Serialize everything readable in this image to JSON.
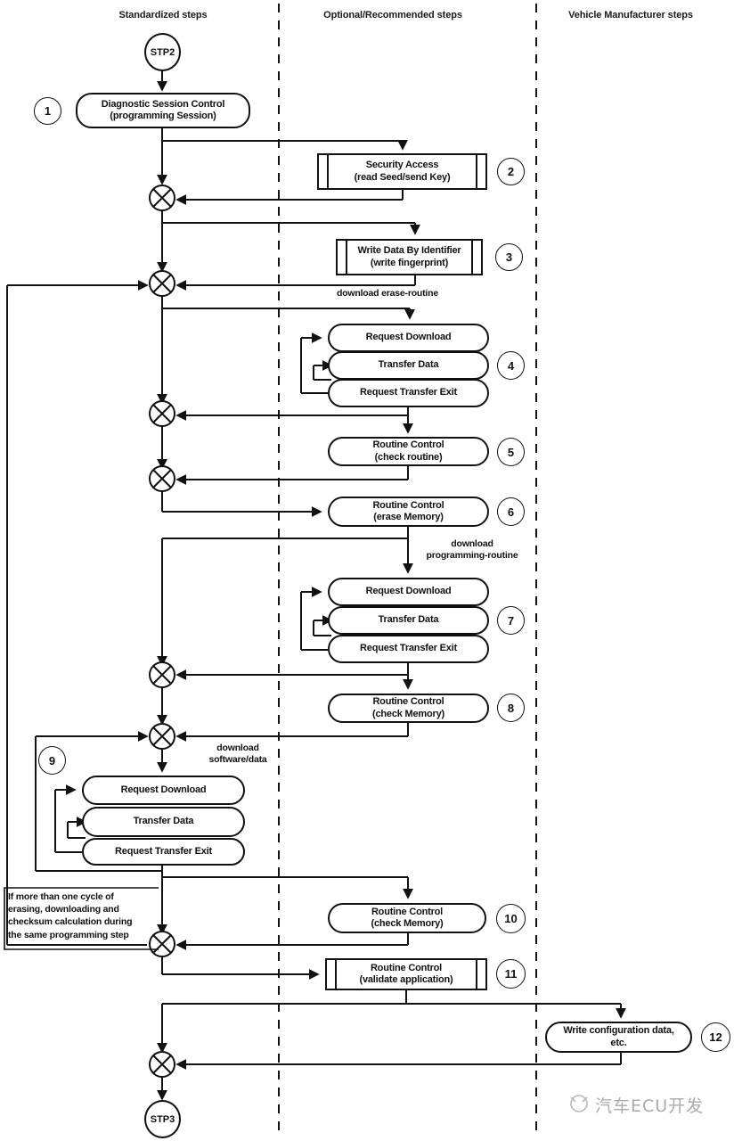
{
  "diagram": {
    "title_lanes": [
      {
        "label": "Standardized steps"
      },
      {
        "label": "Optional/Recommended steps"
      },
      {
        "label": "Vehicle Manufacturer steps"
      }
    ],
    "terminals": {
      "start": "STP2",
      "end": "STP3"
    },
    "nodes": [
      {
        "id": "n1",
        "step": "1",
        "label": "Diagnostic Session Control\n(programming Session)",
        "shape": "round",
        "lane": "standardized"
      },
      {
        "id": "n2",
        "step": "2",
        "label": "Security Access\n(read Seed/send Key)",
        "shape": "subroutine",
        "lane": "optional"
      },
      {
        "id": "n3",
        "step": "3",
        "label": "Write Data By Identifier\n(write fingerprint)",
        "shape": "subroutine",
        "lane": "optional"
      },
      {
        "id": "n4a",
        "step": "4",
        "label": "Request Download",
        "shape": "round",
        "lane": "optional"
      },
      {
        "id": "n4b",
        "step": "4",
        "label": "Transfer Data",
        "shape": "round",
        "lane": "optional"
      },
      {
        "id": "n4c",
        "step": "4",
        "label": "Request Transfer Exit",
        "shape": "round",
        "lane": "optional"
      },
      {
        "id": "n5",
        "step": "5",
        "label": "Routine Control\n(check routine)",
        "shape": "round",
        "lane": "optional"
      },
      {
        "id": "n6",
        "step": "6",
        "label": "Routine Control\n(erase Memory)",
        "shape": "round",
        "lane": "optional"
      },
      {
        "id": "n7a",
        "step": "7",
        "label": "Request Download",
        "shape": "round",
        "lane": "optional"
      },
      {
        "id": "n7b",
        "step": "7",
        "label": "Transfer Data",
        "shape": "round",
        "lane": "optional"
      },
      {
        "id": "n7c",
        "step": "7",
        "label": "Request Transfer Exit",
        "shape": "round",
        "lane": "optional"
      },
      {
        "id": "n8",
        "step": "8",
        "label": "Routine Control\n(check Memory)",
        "shape": "round",
        "lane": "optional"
      },
      {
        "id": "n9a",
        "step": "9",
        "label": "Request Download",
        "shape": "round",
        "lane": "standardized"
      },
      {
        "id": "n9b",
        "step": "9",
        "label": "Transfer Data",
        "shape": "round",
        "lane": "standardized"
      },
      {
        "id": "n9c",
        "step": "9",
        "label": "Request Transfer Exit",
        "shape": "round",
        "lane": "standardized"
      },
      {
        "id": "n10",
        "step": "10",
        "label": "Routine Control\n(check Memory)",
        "shape": "round",
        "lane": "optional"
      },
      {
        "id": "n11",
        "step": "11",
        "label": "Routine Control\n(validate application)",
        "shape": "subroutine",
        "lane": "optional"
      },
      {
        "id": "n12",
        "step": "12",
        "label": "Write configuration data,\netc.",
        "shape": "round",
        "lane": "manufacturer"
      }
    ],
    "step_badges": [
      "1",
      "2",
      "3",
      "4",
      "5",
      "6",
      "7",
      "8",
      "9",
      "10",
      "11",
      "12"
    ],
    "edge_labels": [
      {
        "id": "e1",
        "text": "download erase-routine"
      },
      {
        "id": "e2",
        "text": "download\nprogramming-routine"
      },
      {
        "id": "e3",
        "text": "download\nsoftware/data"
      }
    ],
    "notes": [
      {
        "id": "note1",
        "text": "If more than one cycle of\nerasing, downloading and\nchecksum calculation during\nthe same programming step"
      }
    ],
    "watermark": {
      "text": "汽车ECU开发"
    },
    "colors": {
      "stroke": "#111111",
      "background": "#ffffff",
      "divider": "#111111",
      "watermark": "#9c9c9c"
    }
  }
}
